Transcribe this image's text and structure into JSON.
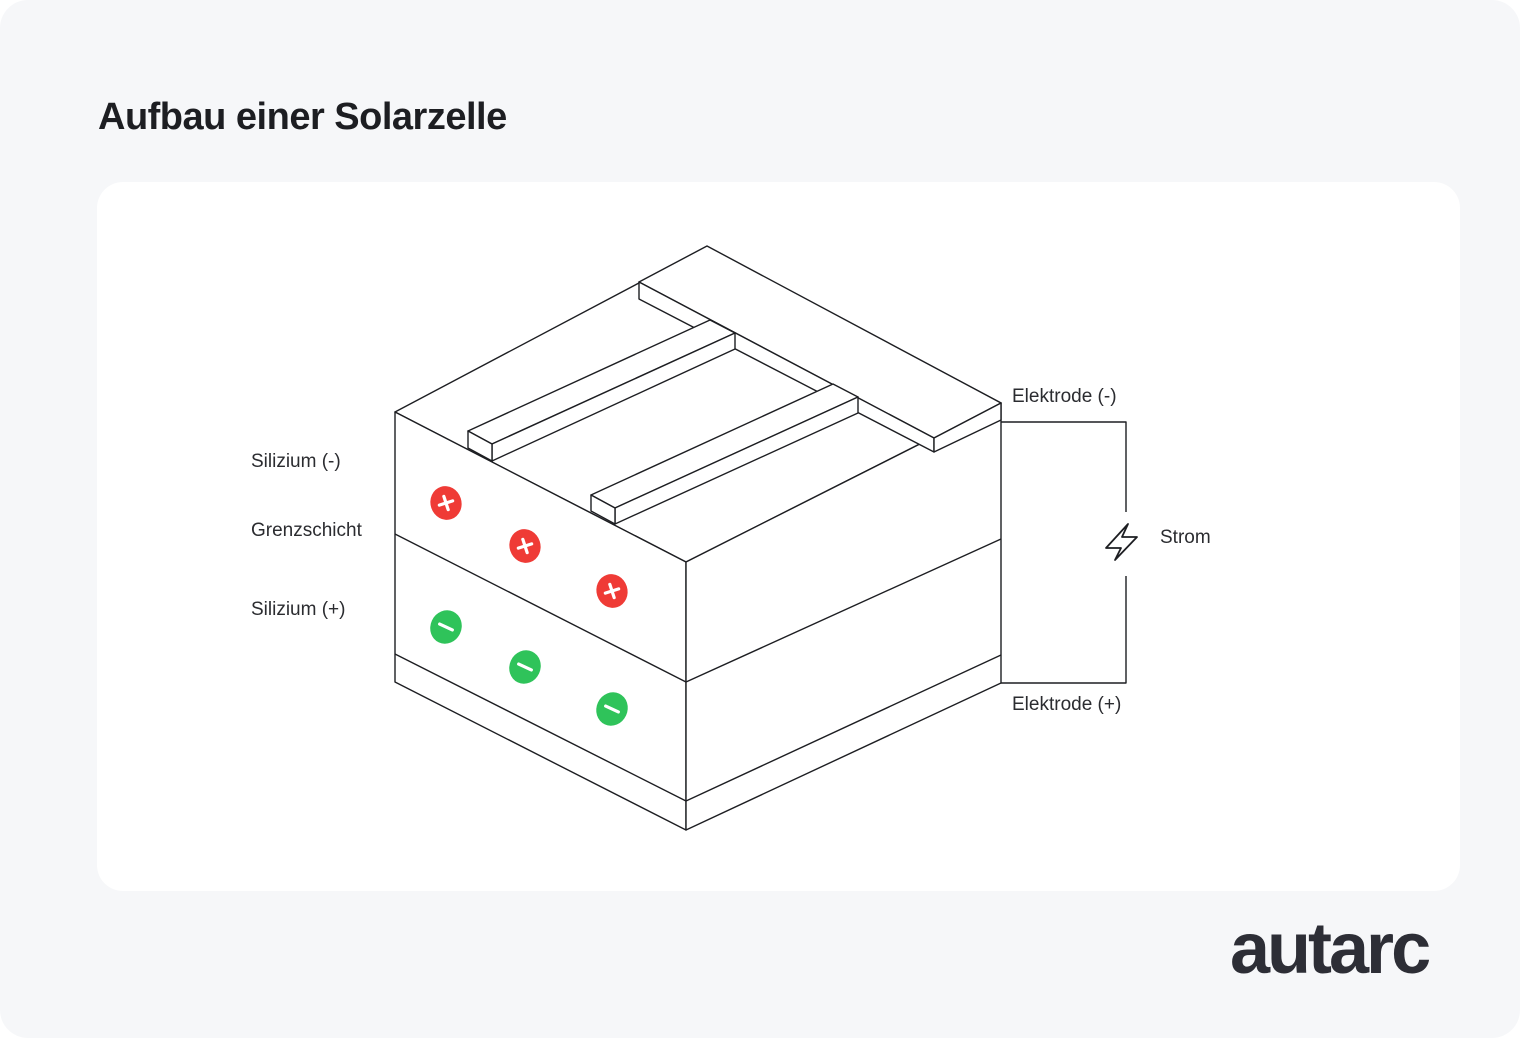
{
  "title": "Aufbau einer Solarzelle",
  "labels": {
    "silicon_negative": "Silizium (-)",
    "boundary_layer": "Grenzschicht",
    "silicon_positive": "Silizium (+)",
    "electrode_negative": "Elektrode (-)",
    "electrode_positive": "Elektrode (+)",
    "current": "Strom"
  },
  "charges": {
    "positive_symbol": "+",
    "negative_symbol": "−",
    "positive_color": "#ef3b36",
    "negative_color": "#2fc35a"
  },
  "icons": {
    "current": "lightning-bolt-icon"
  },
  "logo": "autarc",
  "colors": {
    "background": "#f6f7f9",
    "card": "#ffffff",
    "line": "#1d1e22"
  }
}
